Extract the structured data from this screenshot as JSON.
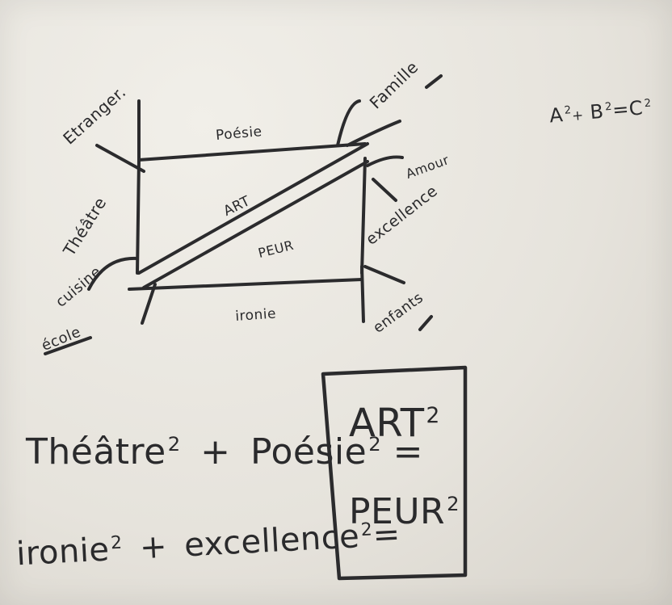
{
  "diagram": {
    "top_label": "Poésie",
    "bottom_label": "ironie",
    "diagonal_upper": "ART",
    "diagonal_lower": "PEUR",
    "corner_labels": {
      "top_left_outer": "Etranger.",
      "left_side": "Théâtre",
      "left_lower": "cuisine",
      "bottom_left": "école",
      "top_right": "Famille",
      "right_upper": "Amour",
      "right_side": "excellence",
      "bottom_right": "enfants"
    }
  },
  "side_formula": {
    "a": "A",
    "b": "B",
    "c": "C",
    "exp": "2",
    "plus": "+",
    "equals": "="
  },
  "equations": {
    "line1_term1": "Théâtre",
    "line1_term2": "Poésie",
    "line1_result": "ART",
    "line2_term1": "ironie",
    "line2_term2": "excellence",
    "line2_result": "PEUR",
    "exp": "2",
    "plus": "+",
    "equals": "="
  },
  "colors": {
    "ink": "#2a2a2c",
    "paper": "#ebe8e1"
  }
}
